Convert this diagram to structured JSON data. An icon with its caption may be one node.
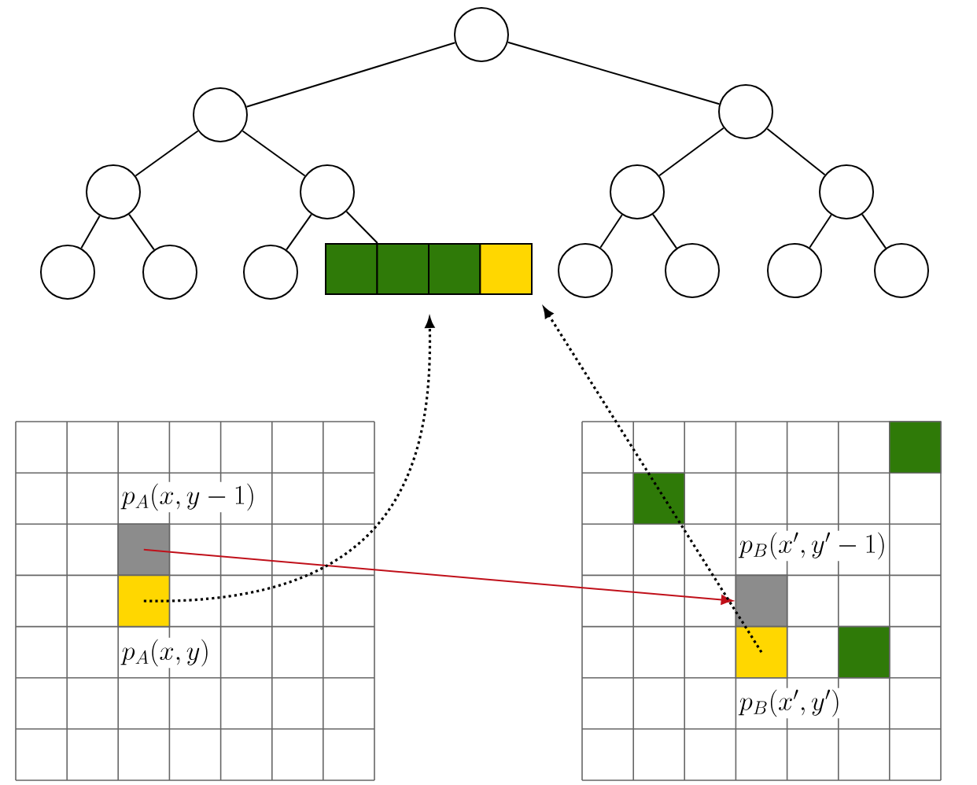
{
  "diagram": {
    "nodes": [
      {
        "text": [],
        "shape": "circle"
      },
      {
        "text": [],
        "shape": "circle"
      },
      {
        "text": [],
        "shape": "circle"
      },
      {
        "text": [],
        "shape": "circle"
      },
      {
        "text": [],
        "shape": "circle"
      },
      {
        "text": [],
        "shape": "circle"
      },
      {
        "text": [],
        "shape": "circle"
      },
      {
        "text": [],
        "shape": "circle"
      },
      {
        "text": [],
        "shape": "circle"
      },
      {
        "text": [],
        "shape": "circle"
      },
      {
        "text": [],
        "shape": "box"
      },
      {
        "text": [],
        "shape": "box"
      },
      {
        "text": [],
        "shape": "box"
      },
      {
        "text": [],
        "shape": "box"
      },
      {
        "text": [],
        "shape": "circle"
      },
      {
        "text": [],
        "shape": "circle"
      },
      {
        "text": [],
        "shape": "circle"
      },
      {
        "text": [],
        "shape": "circle"
      },
      {
        "text": [],
        "shape": "box",
        "beside": [
          "p_A(x, y-1)"
        ]
      },
      {
        "text": [],
        "shape": "box",
        "beside": [
          "p_A(x, y)"
        ]
      },
      {
        "text": [],
        "shape": "box",
        "beside": [
          "p_B(x', y'-1)"
        ]
      },
      {
        "text": [],
        "shape": "box",
        "beside": [
          "p_B(x', y')"
        ]
      }
    ],
    "edges": [
      {
        "from": 0,
        "to": 1,
        "arrow": "none"
      },
      {
        "from": 0,
        "to": 2,
        "arrow": "none"
      },
      {
        "from": 1,
        "to": 3,
        "arrow": "none"
      },
      {
        "from": 1,
        "to": 4,
        "arrow": "none"
      },
      {
        "from": 2,
        "to": 5,
        "arrow": "none"
      },
      {
        "from": 2,
        "to": 6,
        "arrow": "none"
      },
      {
        "from": 3,
        "to": 7,
        "arrow": "none"
      },
      {
        "from": 3,
        "to": 8,
        "arrow": "none"
      },
      {
        "from": 4,
        "to": 9,
        "arrow": "none"
      },
      {
        "from": 4,
        "to": 11,
        "arrow": "none"
      },
      {
        "from": 5,
        "to": 14,
        "arrow": "none"
      },
      {
        "from": 5,
        "to": 15,
        "arrow": "none"
      },
      {
        "from": 6,
        "to": 16,
        "arrow": "none"
      },
      {
        "from": 6,
        "to": 17,
        "arrow": "none"
      },
      {
        "from": 18,
        "to": 20,
        "arrow": "to",
        "color": "#c0101a"
      },
      {
        "from": 19,
        "to": 11,
        "arrow": "to",
        "style": "dashed"
      },
      {
        "from": 21,
        "to": 13,
        "arrow": "to",
        "style": "dashed"
      }
    ]
  }
}
